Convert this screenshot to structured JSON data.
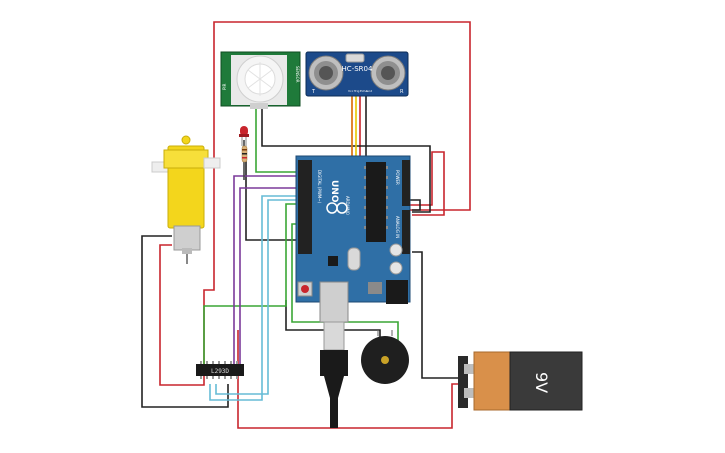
{
  "components": {
    "sonar": {
      "label": "HC-SR04",
      "pins": [
        "Vcc",
        "Trig",
        "Echo",
        "Gnd"
      ],
      "corner_left": "T",
      "corner_right": "R"
    },
    "pir": {
      "label_left": "PIR",
      "label_right": "SENSOR"
    },
    "arduino": {
      "label": "UNO",
      "brand": "ARDUINO",
      "header_top": "DIGITAL (PWM~)",
      "header_power": "POWER",
      "header_analog": "ANALOG IN"
    },
    "battery": {
      "label": "9V"
    },
    "driver": {
      "label": "L293D"
    }
  },
  "colors": {
    "wire_red": "#c8252d",
    "wire_black": "#222222",
    "wire_green": "#3aa635",
    "wire_purple": "#7b3a9a",
    "wire_cyan": "#66bcd6",
    "wire_yellow": "#e8c700",
    "wire_orange": "#e08a1e",
    "board_blue": "#2f6fa6",
    "sonar_blue": "#1c4a8a",
    "pir_green": "#1f7a3a",
    "motor_yellow": "#f3d61c",
    "battery_orange": "#d9904a",
    "battery_dark": "#3a3a3a"
  }
}
